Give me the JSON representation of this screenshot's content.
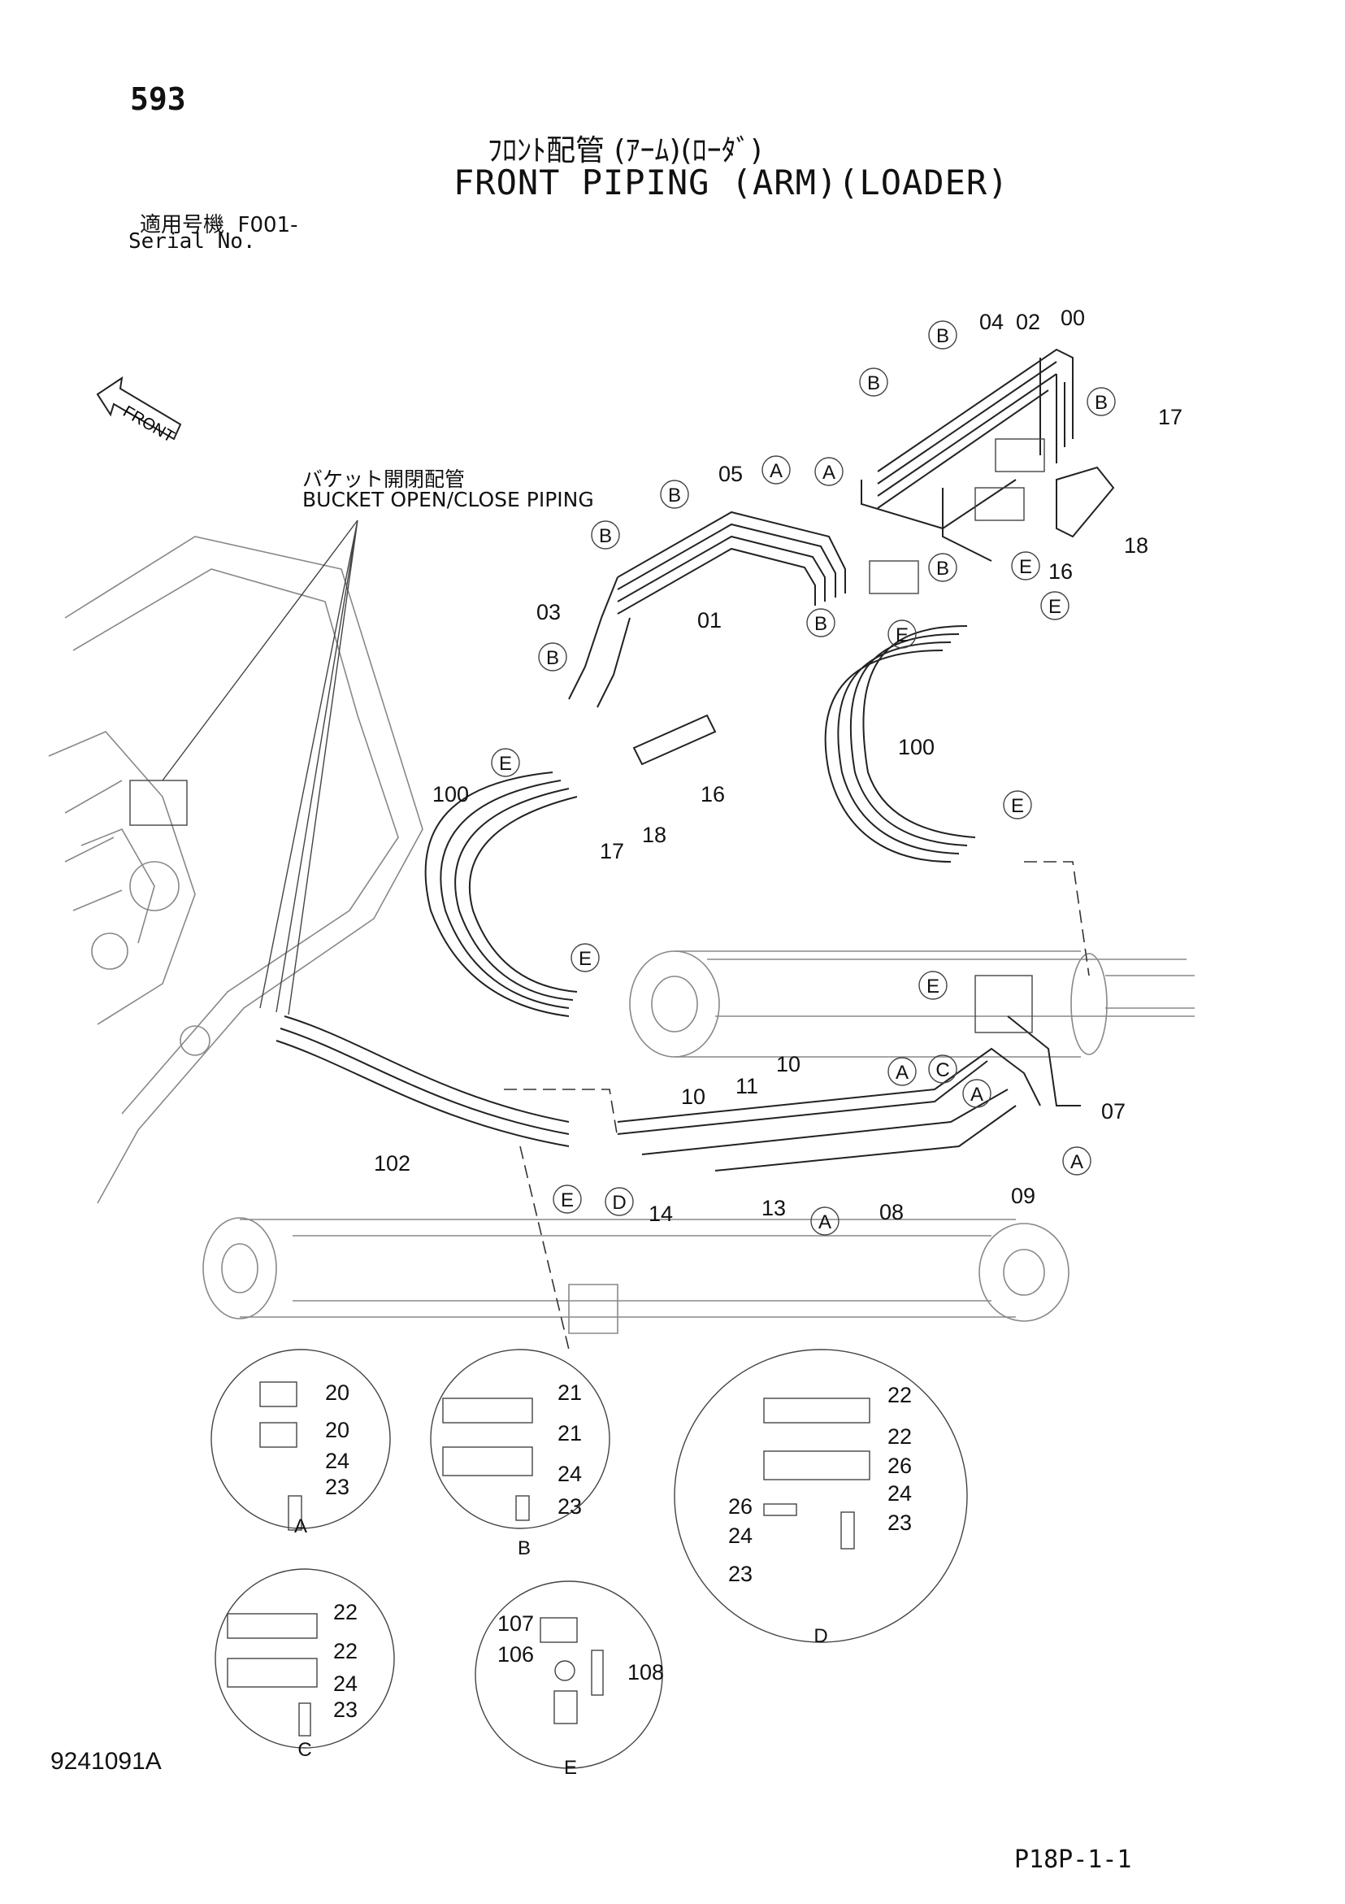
{
  "header": {
    "page_number": "593",
    "title_jp": "ﾌﾛﾝﾄ配管 (ｱｰﾑ)(ﾛｰﾀﾞ)",
    "title_en": "FRONT PIPING (ARM)(LOADER)",
    "serial_label_jp": "適用号機",
    "serial_value": "F001-",
    "serial_label_en": "Serial No."
  },
  "callout": {
    "jp": "バケット開閉配管",
    "en": "BUCKET OPEN/CLOSE PIPING"
  },
  "direction_label": "FRONT",
  "part_labels": [
    {
      "id": "p04",
      "text": "04"
    },
    {
      "id": "p02",
      "text": "02"
    },
    {
      "id": "p00",
      "text": "00"
    },
    {
      "id": "p17a",
      "text": "17"
    },
    {
      "id": "p18a",
      "text": "18"
    },
    {
      "id": "p16a",
      "text": "16"
    },
    {
      "id": "p05",
      "text": "05"
    },
    {
      "id": "p03",
      "text": "03"
    },
    {
      "id": "p01",
      "text": "01"
    },
    {
      "id": "p16b",
      "text": "16"
    },
    {
      "id": "p17b",
      "text": "17"
    },
    {
      "id": "p18b",
      "text": "18"
    },
    {
      "id": "p100a",
      "text": "100"
    },
    {
      "id": "p100b",
      "text": "100"
    },
    {
      "id": "p102",
      "text": "102"
    },
    {
      "id": "p10a",
      "text": "10"
    },
    {
      "id": "p10b",
      "text": "10"
    },
    {
      "id": "p11",
      "text": "11"
    },
    {
      "id": "p07",
      "text": "07"
    },
    {
      "id": "p09",
      "text": "09"
    },
    {
      "id": "p08",
      "text": "08"
    },
    {
      "id": "p13",
      "text": "13"
    },
    {
      "id": "p14",
      "text": "14"
    },
    {
      "id": "dA20a",
      "text": "20"
    },
    {
      "id": "dA20b",
      "text": "20"
    },
    {
      "id": "dA24",
      "text": "24"
    },
    {
      "id": "dA23",
      "text": "23"
    },
    {
      "id": "dB21a",
      "text": "21"
    },
    {
      "id": "dB21b",
      "text": "21"
    },
    {
      "id": "dB24",
      "text": "24"
    },
    {
      "id": "dB23",
      "text": "23"
    },
    {
      "id": "dD22a",
      "text": "22"
    },
    {
      "id": "dD22b",
      "text": "22"
    },
    {
      "id": "dD26a",
      "text": "26"
    },
    {
      "id": "dD24a",
      "text": "24"
    },
    {
      "id": "dD23a",
      "text": "23"
    },
    {
      "id": "dD26b",
      "text": "26"
    },
    {
      "id": "dD24b",
      "text": "24"
    },
    {
      "id": "dD23b",
      "text": "23"
    },
    {
      "id": "dC22a",
      "text": "22"
    },
    {
      "id": "dC22b",
      "text": "22"
    },
    {
      "id": "dC24",
      "text": "24"
    },
    {
      "id": "dC23",
      "text": "23"
    },
    {
      "id": "dE107",
      "text": "107"
    },
    {
      "id": "dE106",
      "text": "106"
    },
    {
      "id": "dE108",
      "text": "108"
    }
  ],
  "ref_letters": [
    "A",
    "B",
    "C",
    "D",
    "E"
  ],
  "detail_views": [
    {
      "id": "A",
      "label": "A"
    },
    {
      "id": "B",
      "label": "B"
    },
    {
      "id": "C",
      "label": "C"
    },
    {
      "id": "D",
      "label": "D"
    },
    {
      "id": "E",
      "label": "E"
    }
  ],
  "footer": {
    "doc_code": "9241091A",
    "page_code": "P18P-1-1"
  }
}
